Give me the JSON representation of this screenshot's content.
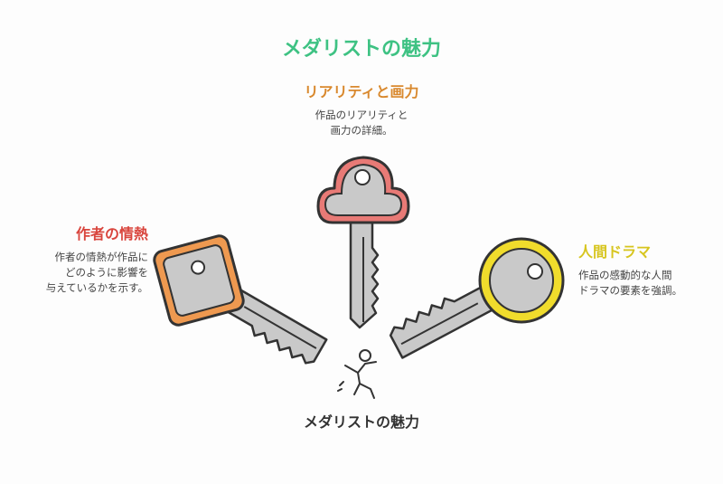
{
  "title": "メダリストの魅力",
  "colors": {
    "title": "#3ec283",
    "top": "#d9892e",
    "left": "#d9453d",
    "right": "#d7c51e",
    "key_body": "#c9c9c9",
    "key_outline": "#333333",
    "key_top_head": "#e87a76",
    "key_left_head": "#ee9950",
    "key_right_head": "#f0dc2c"
  },
  "items": {
    "top": {
      "heading": "リアリティと画力",
      "description": "作品のリアリティと\n画力の詳細。",
      "icon": "cloud-head-key-icon"
    },
    "left": {
      "heading": "作者の情熱",
      "description": "作者の情熱が作品に\nどのように影響を\n与えているかを示す。",
      "icon": "diamond-head-key-icon"
    },
    "right": {
      "heading": "人間ドラマ",
      "description": "作品の感動的な人間\nドラマの要素を強調。",
      "icon": "round-head-key-icon"
    }
  },
  "center": {
    "label": "メダリストの魅力",
    "icon": "skater-figure-icon"
  }
}
